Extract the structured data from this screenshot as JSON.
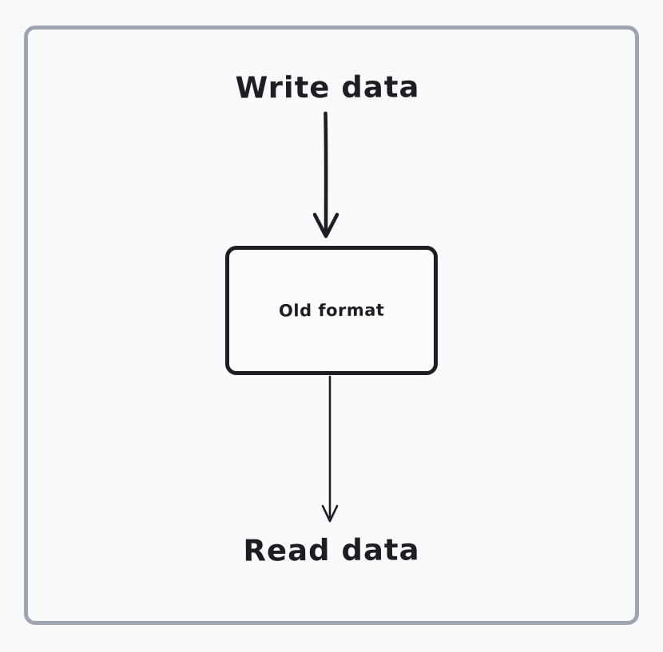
{
  "page": {
    "background_color": "#f8f9fb",
    "ink_color": "#1d1d22",
    "frame_border_color": "#9ea5b0"
  },
  "diagram": {
    "top_label": "Write data",
    "node_label": "Old format",
    "bottom_label": "Read data",
    "edges": [
      {
        "from": "Write data",
        "to": "Old format",
        "icon": "arrow-down-icon"
      },
      {
        "from": "Old format",
        "to": "Read data",
        "icon": "arrow-down-icon"
      }
    ]
  }
}
